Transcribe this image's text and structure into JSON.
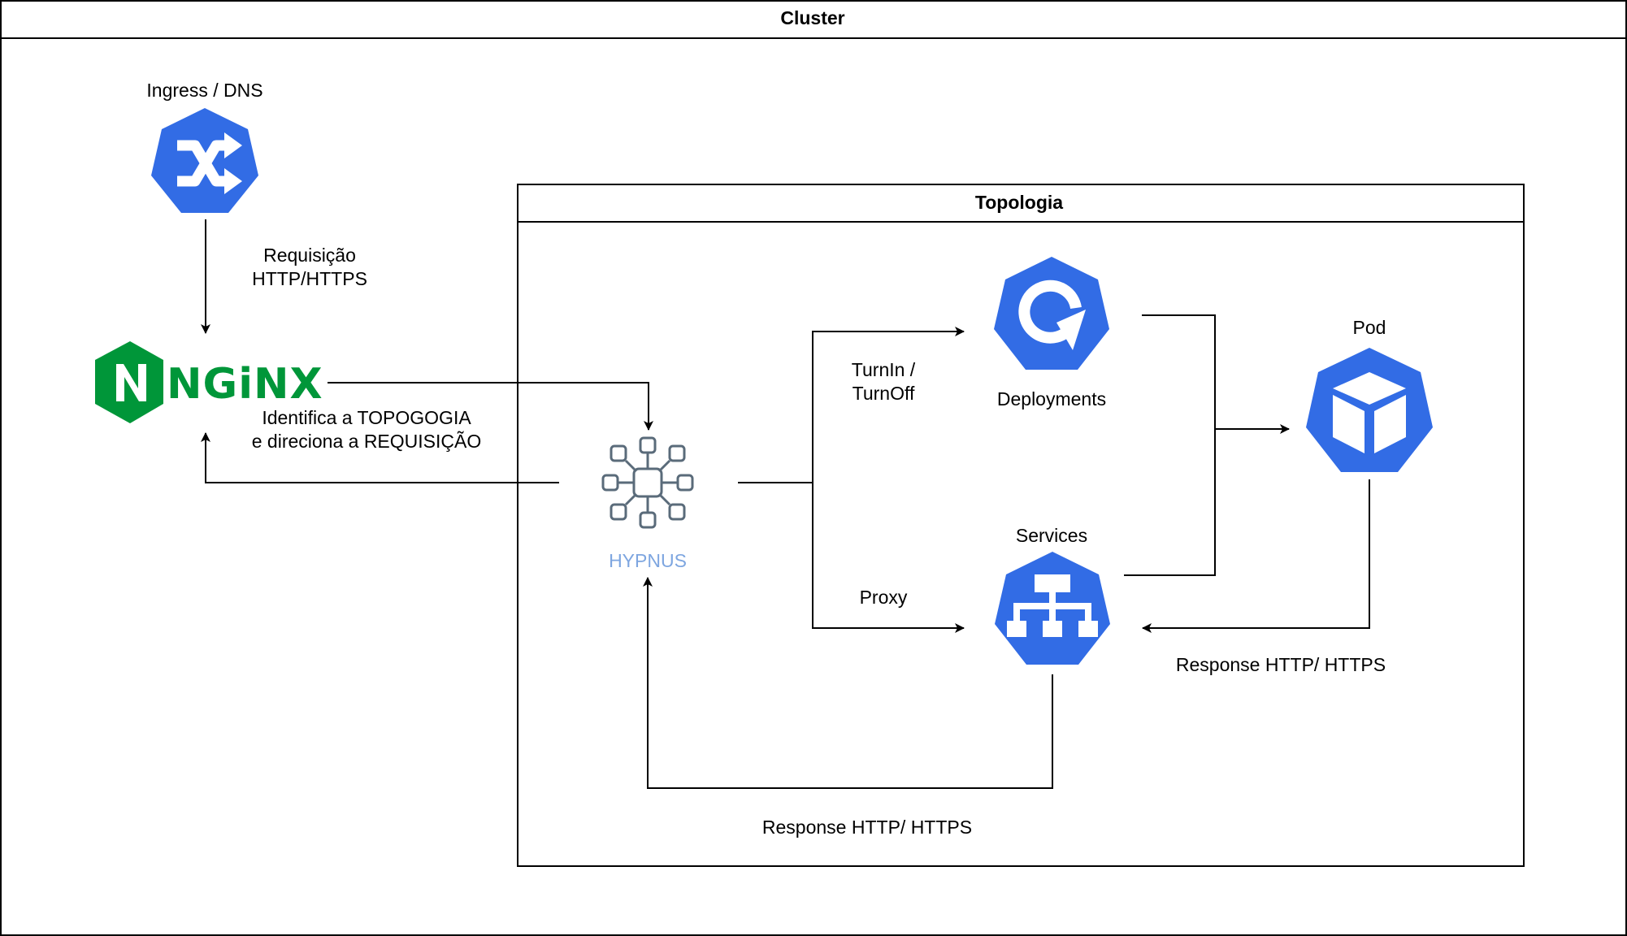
{
  "cluster": {
    "title": "Cluster"
  },
  "topology": {
    "title": "Topologia"
  },
  "nodes": {
    "ingress": {
      "label": "Ingress / DNS",
      "icon": "ingress-icon"
    },
    "nginx": {
      "label": "NGINX",
      "icon": "nginx-logo"
    },
    "hypnus": {
      "label": "HYPNUS",
      "icon": "hub-network-icon"
    },
    "deployments": {
      "label": "Deployments",
      "icon": "deployment-icon"
    },
    "services": {
      "label": "Services",
      "icon": "service-icon"
    },
    "pod": {
      "label": "Pod",
      "icon": "pod-icon"
    }
  },
  "edges": {
    "request": "Requisição\nHTTP/HTTPS",
    "identify": "Identifica a TOPOGOGIA\ne direciona a REQUISIÇÃO",
    "turn": "TurnIn /\nTurnOff",
    "proxy": "Proxy",
    "response_pod": "Response HTTP/ HTTPS",
    "response_services": "Response HTTP/ HTTPS"
  },
  "colors": {
    "k8s_blue": "#326CE5",
    "nginx_green": "#009639",
    "hypnus_label": "#7EA6E0",
    "hypnus_icon": "#5A6B7A",
    "line": "#000000"
  }
}
